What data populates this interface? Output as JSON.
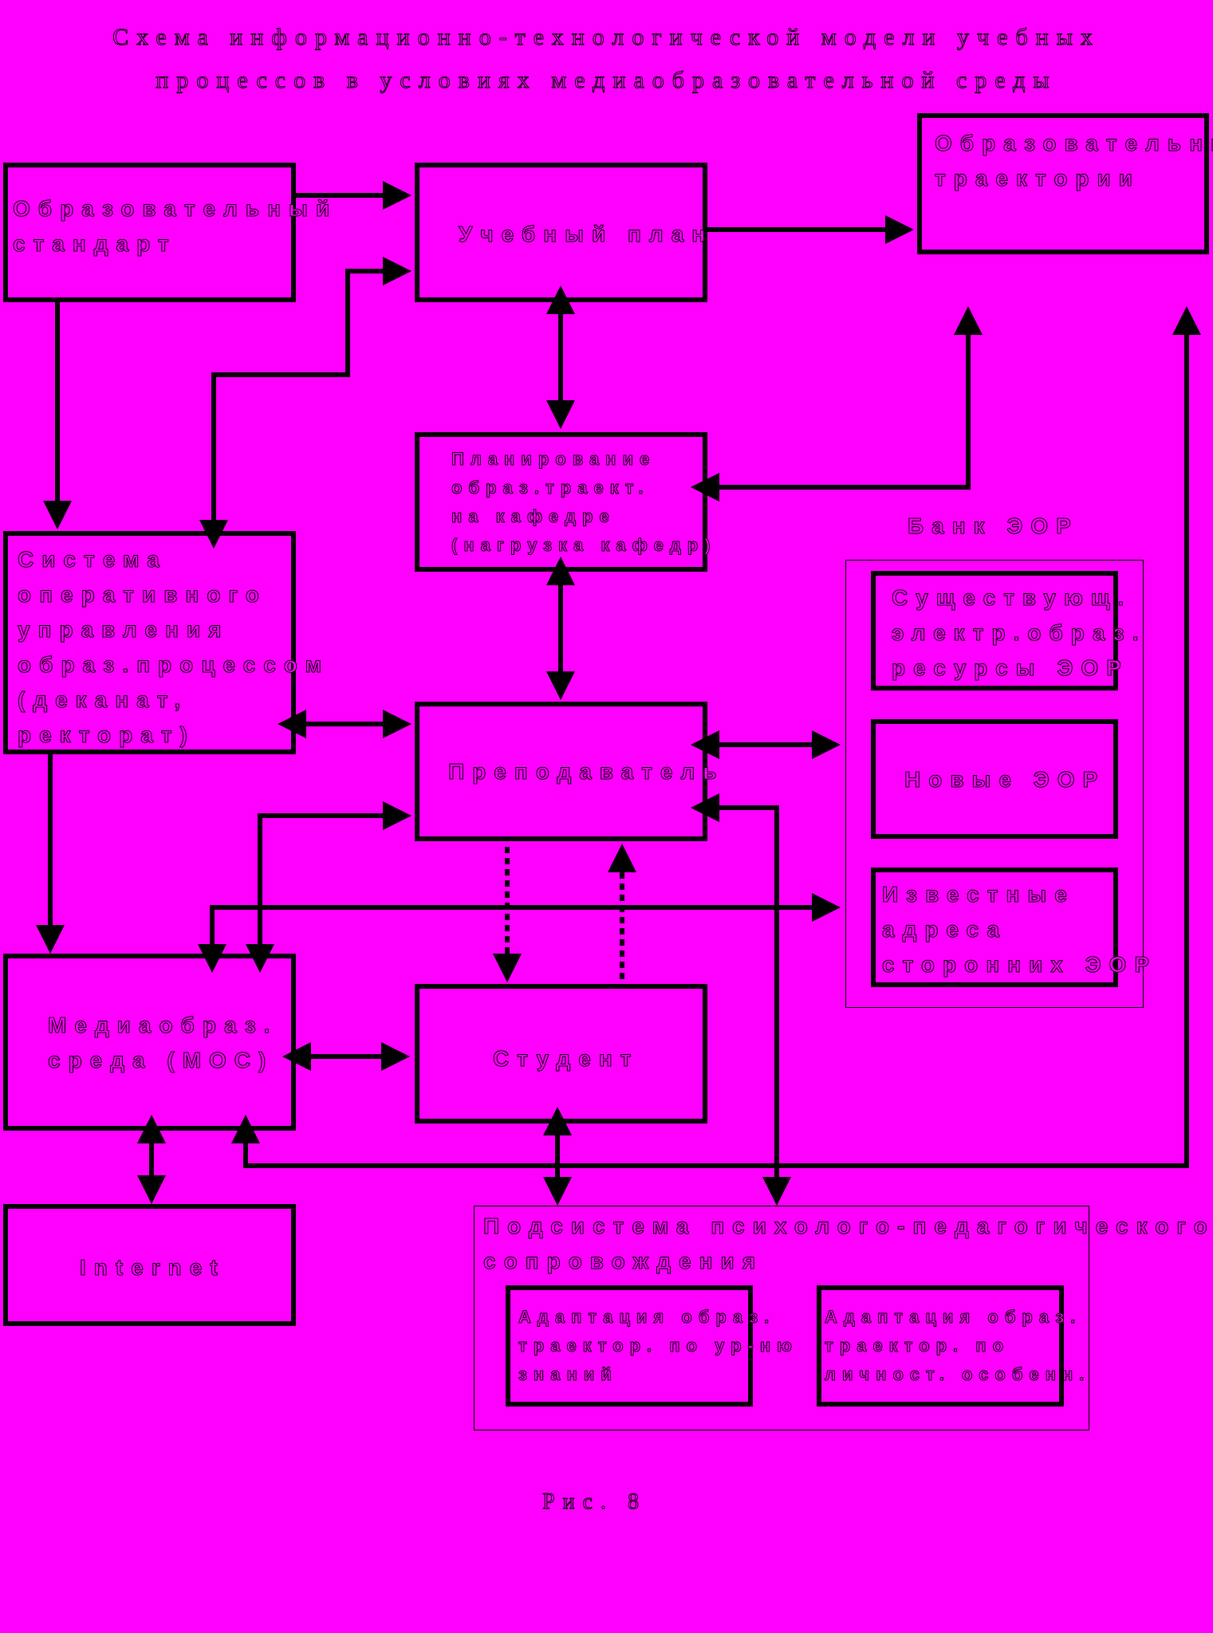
{
  "title": {
    "line1": "Схема информационно-технологической модели учебных",
    "line2": "процессов в условиях медиаобразовательной среды"
  },
  "nodes": {
    "standard": "Образовательный\nстандарт",
    "curriculum": "Учебный план",
    "trajectories": "Образовательные\nтраектории",
    "planning": "Планирование\nобраз.траект.\nна кафедре\n(нагрузка кафедр)",
    "management": "Система\nоперативного\nуправления\nобраз.процессом\n(деканат,\nректорат)",
    "teacher": "Преподаватель",
    "media_env": "Медиаобраз.\nсреда (МОС)",
    "student": "Студент",
    "internet": "Internet",
    "eor_bank_title": "Банк ЭОР",
    "eor_existing": "Существующ.\nэлектр.образ.\nресурсы ЭОР",
    "eor_new": "Новые ЭОР",
    "eor_known": "Известные\nадреса\nсторонних ЭОР",
    "support_title": "Подсистема психолого-педагогического\nсопровождения",
    "adapt_knowledge": "Адаптация образ.\nтраектор. по ур-ню\nзнаний",
    "adapt_personal": "Адаптация образ.\nтраектор. по\nличност. особенн."
  },
  "caption": "Рис. 8",
  "colors": {
    "background": "#ff00ff",
    "stroke": "#000000"
  }
}
